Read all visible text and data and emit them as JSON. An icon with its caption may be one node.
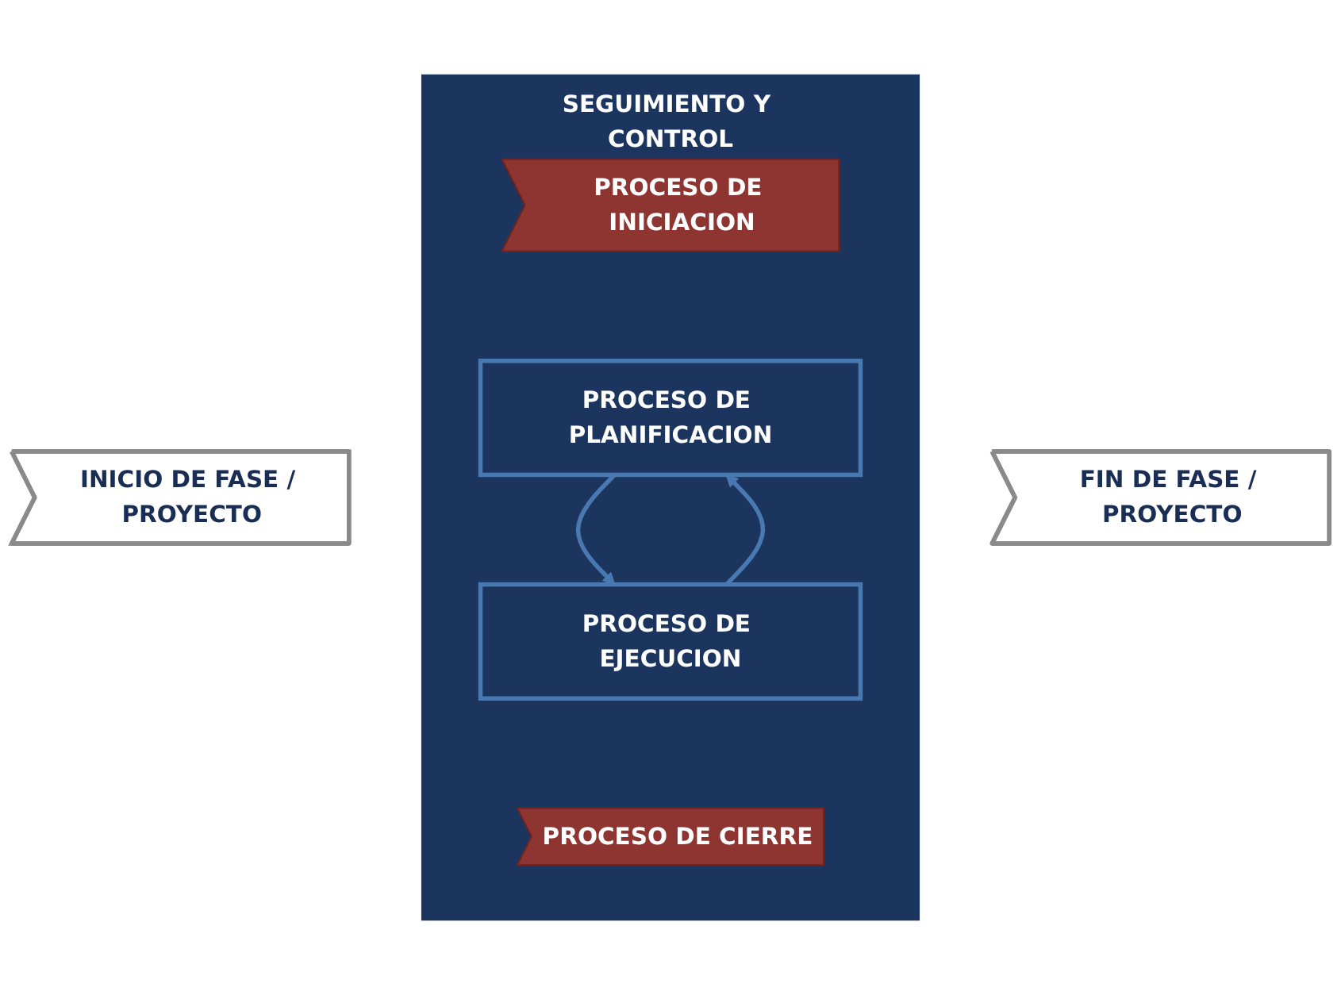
{
  "diagram": {
    "nodes": [
      {
        "text": [
          "SEGUIMIENTO Y CONTROL"
        ]
      },
      {
        "text": [
          "INICIO DE FASE / PROYECTO"
        ]
      },
      {
        "text": [
          "PROCESO DE INICIACION"
        ],
        "in": 0
      },
      {
        "text": [
          "PROCESO DE PLANIFICACION"
        ],
        "in": 0
      },
      {
        "text": [
          "PROCESO DE EJECUCION"
        ],
        "in": 0
      },
      {
        "text": [
          "PROCESO DE CIERRE"
        ],
        "in": 0
      },
      {
        "text": [
          "FIN DE FASE / PROYECTO"
        ]
      }
    ],
    "edges": [
      {
        "from": 3,
        "to": 4,
        "arrow": "to"
      },
      {
        "from": 4,
        "to": 3,
        "arrow": "to"
      }
    ]
  }
}
